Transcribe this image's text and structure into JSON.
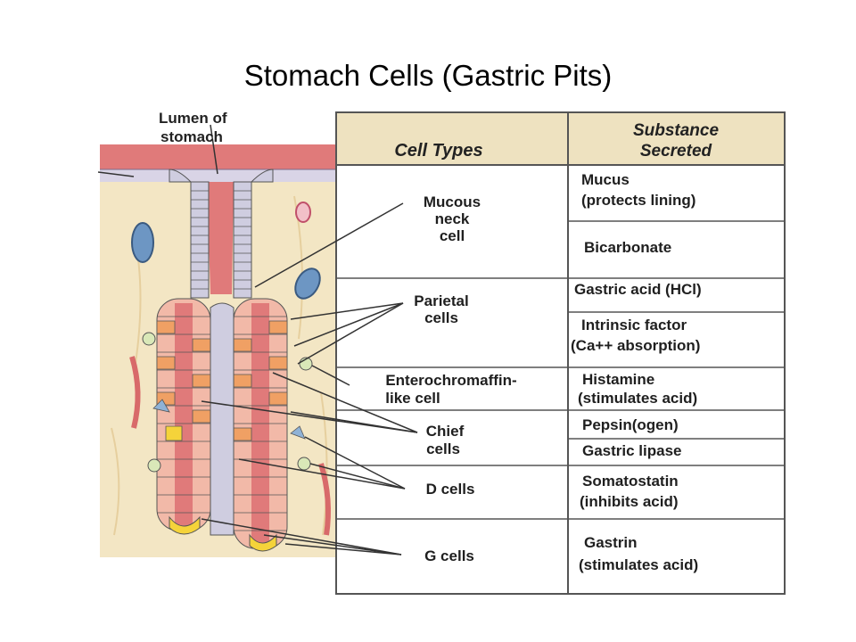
{
  "title": "Stomach Cells (Gastric Pits)",
  "lumen_label": [
    "Lumen of",
    "stomach"
  ],
  "headers": {
    "cell_types": "Cell Types",
    "substance": [
      "Substance",
      "Secreted"
    ]
  },
  "cell_types": {
    "mucous_neck": [
      "Mucous",
      "neck",
      "cell"
    ],
    "parietal": [
      "Parietal",
      "cells"
    ],
    "ecl": [
      "Enterochromaffin-",
      "like cell"
    ],
    "chief": [
      "Chief",
      "cells"
    ],
    "d_cells": "D cells",
    "g_cells": "G cells"
  },
  "substances": {
    "mucus": [
      "Mucus",
      "(protects lining)"
    ],
    "bicarbonate": "Bicarbonate",
    "gastric_acid": "Gastric acid (HCl)",
    "intrinsic_factor": [
      "Intrinsic factor",
      "(Ca++ absorption)"
    ],
    "histamine": [
      "Histamine",
      "(stimulates acid)"
    ],
    "pepsin": "Pepsin(ogen)",
    "lipase": "Gastric lipase",
    "somatostatin": [
      "Somatostatin",
      "(inhibits acid)"
    ],
    "gastrin": [
      "Gastrin",
      "(stimulates acid)"
    ]
  },
  "colors": {
    "tissue": "#f3e6c4",
    "lumen": "#e07a7a",
    "mucous_cell": "#cfcde0",
    "parietal_cell": "#f0a064",
    "chief_cell": "#f2b9a8",
    "g_cell": "#f5d33a",
    "vessel_blue": "#6d96c3",
    "header_fill": "#eee2c0"
  }
}
